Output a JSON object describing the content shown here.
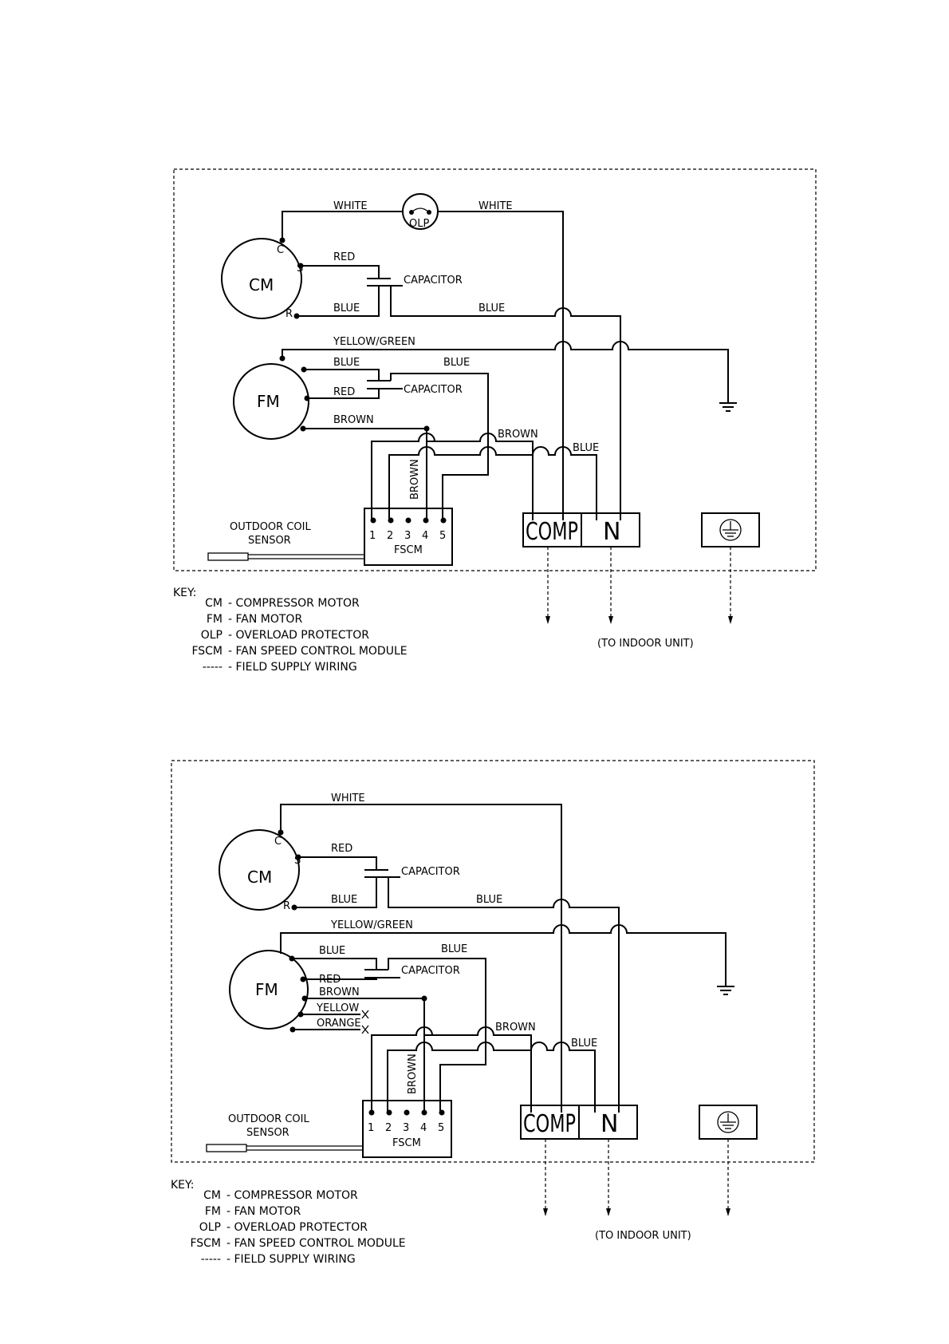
{
  "diagrams": [
    {
      "labels": {
        "white_left": "WHITE",
        "white_right": "WHITE",
        "olp": "OLP",
        "cm": "CM",
        "cm_c": "C",
        "cm_s": "S",
        "cm_r": "R",
        "red_top": "RED",
        "capacitor_top": "CAPACITOR",
        "blue_cm": "BLUE",
        "blue_long": "BLUE",
        "yellow_green": "YELLOW/GREEN",
        "fm": "FM",
        "blue_fm": "BLUE",
        "blue_fm_right": "BLUE",
        "red_fm": "RED",
        "capacitor_fm": "CAPACITOR",
        "brown_fm": "BROWN",
        "brown_right": "BROWN",
        "blue_comp": "BLUE",
        "brown_vertical": "BROWN",
        "sensor_line1": "OUTDOOR COIL",
        "sensor_line2": "SENSOR",
        "fscm_pins": [
          "1",
          "2",
          "3",
          "4",
          "5"
        ],
        "fscm": "FSCM",
        "comp": "COMP",
        "n": "N",
        "to_indoor": "(TO INDOOR UNIT)"
      },
      "key": {
        "title": "KEY:",
        "items": [
          {
            "abbr": "CM",
            "desc": "- COMPRESSOR MOTOR"
          },
          {
            "abbr": "FM",
            "desc": "- FAN MOTOR"
          },
          {
            "abbr": "OLP",
            "desc": "- OVERLOAD PROTECTOR"
          },
          {
            "abbr": "FSCM",
            "desc": "- FAN SPEED CONTROL MODULE"
          },
          {
            "abbr": "-----",
            "desc": "- FIELD SUPPLY WIRING"
          }
        ]
      }
    },
    {
      "labels": {
        "white": "WHITE",
        "cm": "CM",
        "cm_c": "C",
        "cm_s": "S",
        "cm_r": "R",
        "red_top": "RED",
        "capacitor_top": "CAPACITOR",
        "blue_cm": "BLUE",
        "blue_long": "BLUE",
        "yellow_green": "YELLOW/GREEN",
        "fm": "FM",
        "blue_fm": "BLUE",
        "blue_fm_right": "BLUE",
        "red_fm": "RED",
        "capacitor_fm": "CAPACITOR",
        "brown_fm": "BROWN",
        "yellow": "YELLOW",
        "orange": "ORANGE",
        "brown_right": "BROWN",
        "blue_comp": "BLUE",
        "brown_vertical": "BROWN",
        "sensor_line1": "OUTDOOR COIL",
        "sensor_line2": "SENSOR",
        "fscm_pins": [
          "1",
          "2",
          "3",
          "4",
          "5"
        ],
        "fscm": "FSCM",
        "comp": "COMP",
        "n": "N",
        "to_indoor": "(TO INDOOR UNIT)"
      },
      "key": {
        "title": "KEY:",
        "items": [
          {
            "abbr": "CM",
            "desc": "- COMPRESSOR MOTOR"
          },
          {
            "abbr": "FM",
            "desc": "- FAN MOTOR"
          },
          {
            "abbr": "OLP",
            "desc": "- OVERLOAD PROTECTOR"
          },
          {
            "abbr": "FSCM",
            "desc": "- FAN SPEED CONTROL MODULE"
          },
          {
            "abbr": "-----",
            "desc": "- FIELD SUPPLY WIRING"
          }
        ]
      }
    }
  ]
}
